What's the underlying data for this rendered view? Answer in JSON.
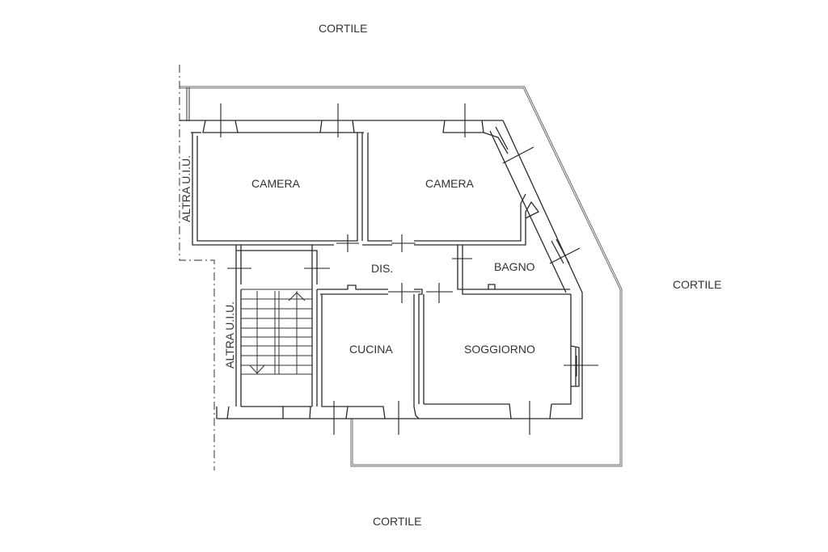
{
  "plan": {
    "surroundings": {
      "top": "CORTILE",
      "right": "CORTILE",
      "bottom": "CORTILE"
    },
    "adjacent_units": [
      {
        "label": "ALTRA U.I.U.",
        "position": "upper-left"
      },
      {
        "label": "ALTRA U.I.U.",
        "position": "lower-left"
      }
    ],
    "rooms": {
      "camera_1": "CAMERA",
      "camera_2": "CAMERA",
      "disimpegno": "DIS.",
      "bagno": "BAGNO",
      "cucina": "CUCINA",
      "soggiorno": "SOGGIORNO"
    },
    "colors": {
      "wall": "#2a2a2a",
      "outer_boundary": "#6a6a6a",
      "text": "#333333",
      "background": "#ffffff"
    }
  }
}
